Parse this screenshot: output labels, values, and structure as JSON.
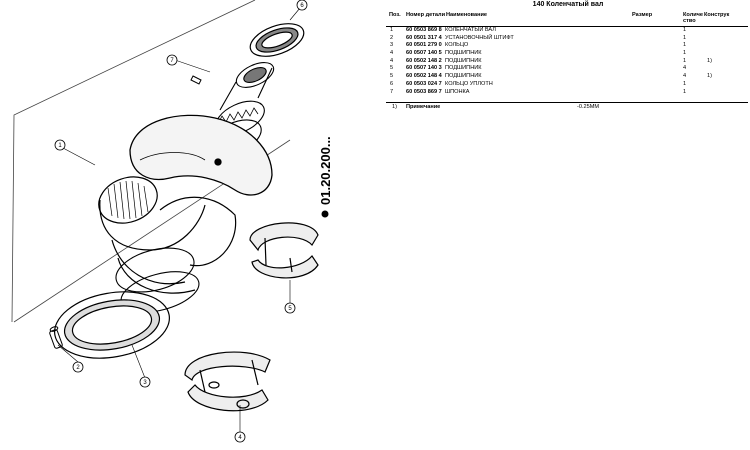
{
  "drawing": {
    "code": "01.20.200...",
    "callouts": [
      "1",
      "2",
      "3",
      "4",
      "5",
      "6",
      "7"
    ]
  },
  "table": {
    "title": "140 Коленчатый вал",
    "headers": {
      "pos": "Поз.",
      "number": "Номер детали",
      "name": "Наименование",
      "size": "Размер",
      "qty": "Количе",
      "qty2": "ство",
      "note": "Конструк"
    },
    "rows": [
      {
        "pos": "1",
        "number": "60 0503 869 8",
        "name": "КОЛЕНЧАТЫЙ ВАЛ",
        "qty": "1",
        "note": ""
      },
      {
        "pos": "2",
        "number": "60 0501 317 4",
        "name": "УСТАНОВОЧНЫЙ ШТИФТ",
        "qty": "1",
        "note": ""
      },
      {
        "pos": "3",
        "number": "60 0501 279 0",
        "name": "КОЛЬЦО",
        "qty": "1",
        "note": ""
      },
      {
        "pos": "4",
        "number": "60 0507 140 5",
        "name": "ПОДШИПНИК",
        "qty": "1",
        "note": ""
      },
      {
        "pos": "4",
        "number": "60 0502 148 2",
        "name": "ПОДШИПНИК",
        "qty": "1",
        "note": "1)"
      },
      {
        "pos": "5",
        "number": "60 0507 140 3",
        "name": "ПОДШИПНИК",
        "qty": "4",
        "note": ""
      },
      {
        "pos": "5",
        "number": "60 0502 148 4",
        "name": "ПОДШИПНИК",
        "qty": "4",
        "note": "1)"
      },
      {
        "pos": "6",
        "number": "60 0503 024 7",
        "name": "КОЛЬЦО УПЛОТН",
        "qty": "1",
        "note": ""
      },
      {
        "pos": "7",
        "number": "60 0503 869 7",
        "name": "ШПОНКА",
        "qty": "1",
        "note": ""
      }
    ],
    "footnote": {
      "pos": "1)",
      "label": "Примечание",
      "value": "-0.25ММ"
    }
  }
}
